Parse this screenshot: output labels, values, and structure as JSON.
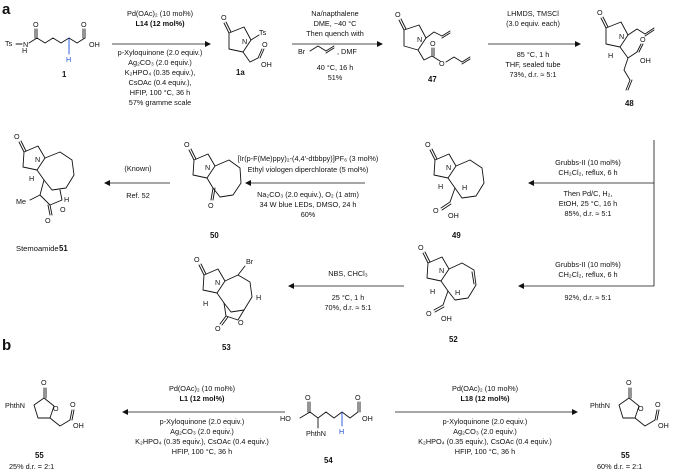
{
  "panel_a": {
    "label": "a",
    "compounds": {
      "c1": "1",
      "c1a": "1a",
      "c47": "47",
      "c48": "48",
      "c49": "49",
      "c50": "50",
      "c51_name": "Stemoamide",
      "c51": "51",
      "c52": "52",
      "c53": "53"
    },
    "step1": [
      "Pd(OAc)₂ (10 mol%)",
      "L14 (12 mol%)",
      "p-Xyloquinone (2.0 equiv.)",
      "Ag₂CO₃ (2.0 equiv.)",
      "K₂HPO₄ (0.35 equiv.),",
      "CsOAc (0.4 equiv.),",
      "HFIP, 100 °C, 36 h",
      "57% gramme scale"
    ],
    "step2_top": [
      "Na/napthalene",
      "DME, −40 °C",
      "Then quench with"
    ],
    "step2_reagent": ", DMF",
    "step2_bottom": [
      "40 °C, 16 h",
      "51%"
    ],
    "step3_top": [
      "LHMDS, TMSCl",
      "(3.0 equiv. each)"
    ],
    "step3_bottom": [
      "85 °C, 1 h",
      "THF, sealed tube",
      "73%, d.r. ≈ 5:1"
    ],
    "step4": [
      "Grubbs-II (10 mol%)",
      "CH₂Cl₂, reflux, 6 h",
      "Then Pd/C, H₂,",
      "EtOH, 25 °C, 16 h",
      "85%, d.r. ≈ 5:1"
    ],
    "step5_top": [
      "[Ir(p-F(Me)ppy)₂-(4,4′-dtbbpy)]PF₆ (3 mol%)",
      "Ethyl viologen diperchlorate (5 mol%)"
    ],
    "step5_bottom": [
      "Na₂CO₃ (2.0 equiv.), O₂ (1 atm)",
      "34 W blue LEDs, DMSO, 24 h",
      "60%"
    ],
    "step6": [
      "(Known)",
      "Ref. 52"
    ],
    "step7_top": [
      "Grubbs-II (10 mol%)",
      "CH₂Cl₂, reflux, 6 h"
    ],
    "step7_bottom": "92%, d.r. ≈ 5:1",
    "step8_top": "NBS, CHCl₃",
    "step8_bottom": [
      "25 °C, 1 h",
      "70%, d.r. ≈ 5:1"
    ]
  },
  "panel_b": {
    "label": "b",
    "compounds": {
      "c54": "54",
      "c55_left": "55",
      "c55_right": "55"
    },
    "left_conditions": [
      "Pd(OAc)₂ (10 mol%)",
      "L1 (12 mol%)",
      "p-Xyloquinone (2.0 equiv.)",
      "Ag₂CO₃ (2.0 equiv.)",
      "K₂HPO₄ (0.35 equiv.), CsOAc (0.4 equiv.)",
      "HFIP, 100 °C, 36 h"
    ],
    "right_conditions": [
      "Pd(OAc)₂ (10 mol%)",
      "L18 (12 mol%)",
      "p-Xyloquinone (2.0 equiv.)",
      "Ag₂CO₃ (2.0 equiv.)",
      "K₂HPO₄ (0.35 equiv.), CsOAc (0.4 equiv.)",
      "HFIP, 100 °C, 36 h"
    ],
    "left_result": "25% d.r. = 2:1",
    "right_result": "60% d.r. = 2:1"
  },
  "atoms": {
    "O": "O",
    "N": "N",
    "H": "H",
    "OH": "OH",
    "Ts": "Ts",
    "TsHN": "Ts",
    "Br": "Br",
    "Me": "Me",
    "NPhth": "PhthN",
    "NHPhth": "PhthN"
  }
}
